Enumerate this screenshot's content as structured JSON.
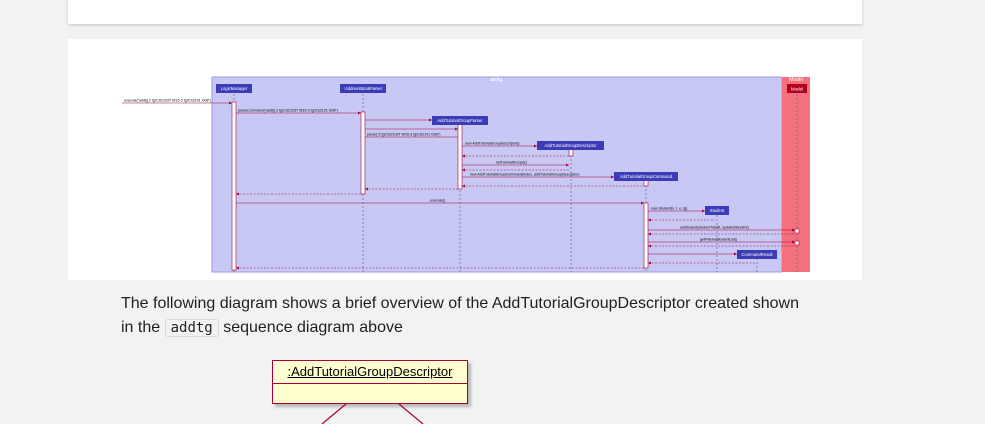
{
  "diagram": {
    "group_label": "addtg",
    "model_label": "Model",
    "participants": [
      "LogicManager",
      ":AddressBookParser",
      "AddTutorialGroupParser",
      "AddTutorialGroupDescriptor",
      "AddTutorialGroupCommand",
      "Student",
      "CommandResult",
      "Model"
    ],
    "messages": [
      "execute(\"addtg 2 tg/CS2103T W15-3 tg/CS2101 G08\")",
      "parseCommand(\"addtg 2 tg/CS2103T W15-3 tg/CS2101 G08\")",
      "parse(\"2 tg/CS2103T W15-3 tg/CS2101 G08\")",
      "new AddTutorialGroupDescriptor()",
      "setTutorialGroups()",
      "new AddTutorialGroupCommand(index, addTutorialGroupDescriptor)",
      "execute()",
      "new Student(n, t, e, tg)",
      "setStudent(studentToEdit, updatedStudent)",
      "getFilteredStudentList()"
    ]
  },
  "text": {
    "para_before": "The following diagram shows a brief overview of the AddTutorialGroupDescriptor created shown in the ",
    "code": "addtg",
    "para_after": " sequence diagram above"
  },
  "object_diagram": {
    "title": ":AddTutorialGroupDescriptor"
  },
  "colors": {
    "frame_bg": "#c8c8f5",
    "participant_box": "#3c3cb8",
    "arrow": "#a80036",
    "model_bg": "#f4707c",
    "model_box": "#b3001e",
    "object_fill": "#fefecf"
  }
}
